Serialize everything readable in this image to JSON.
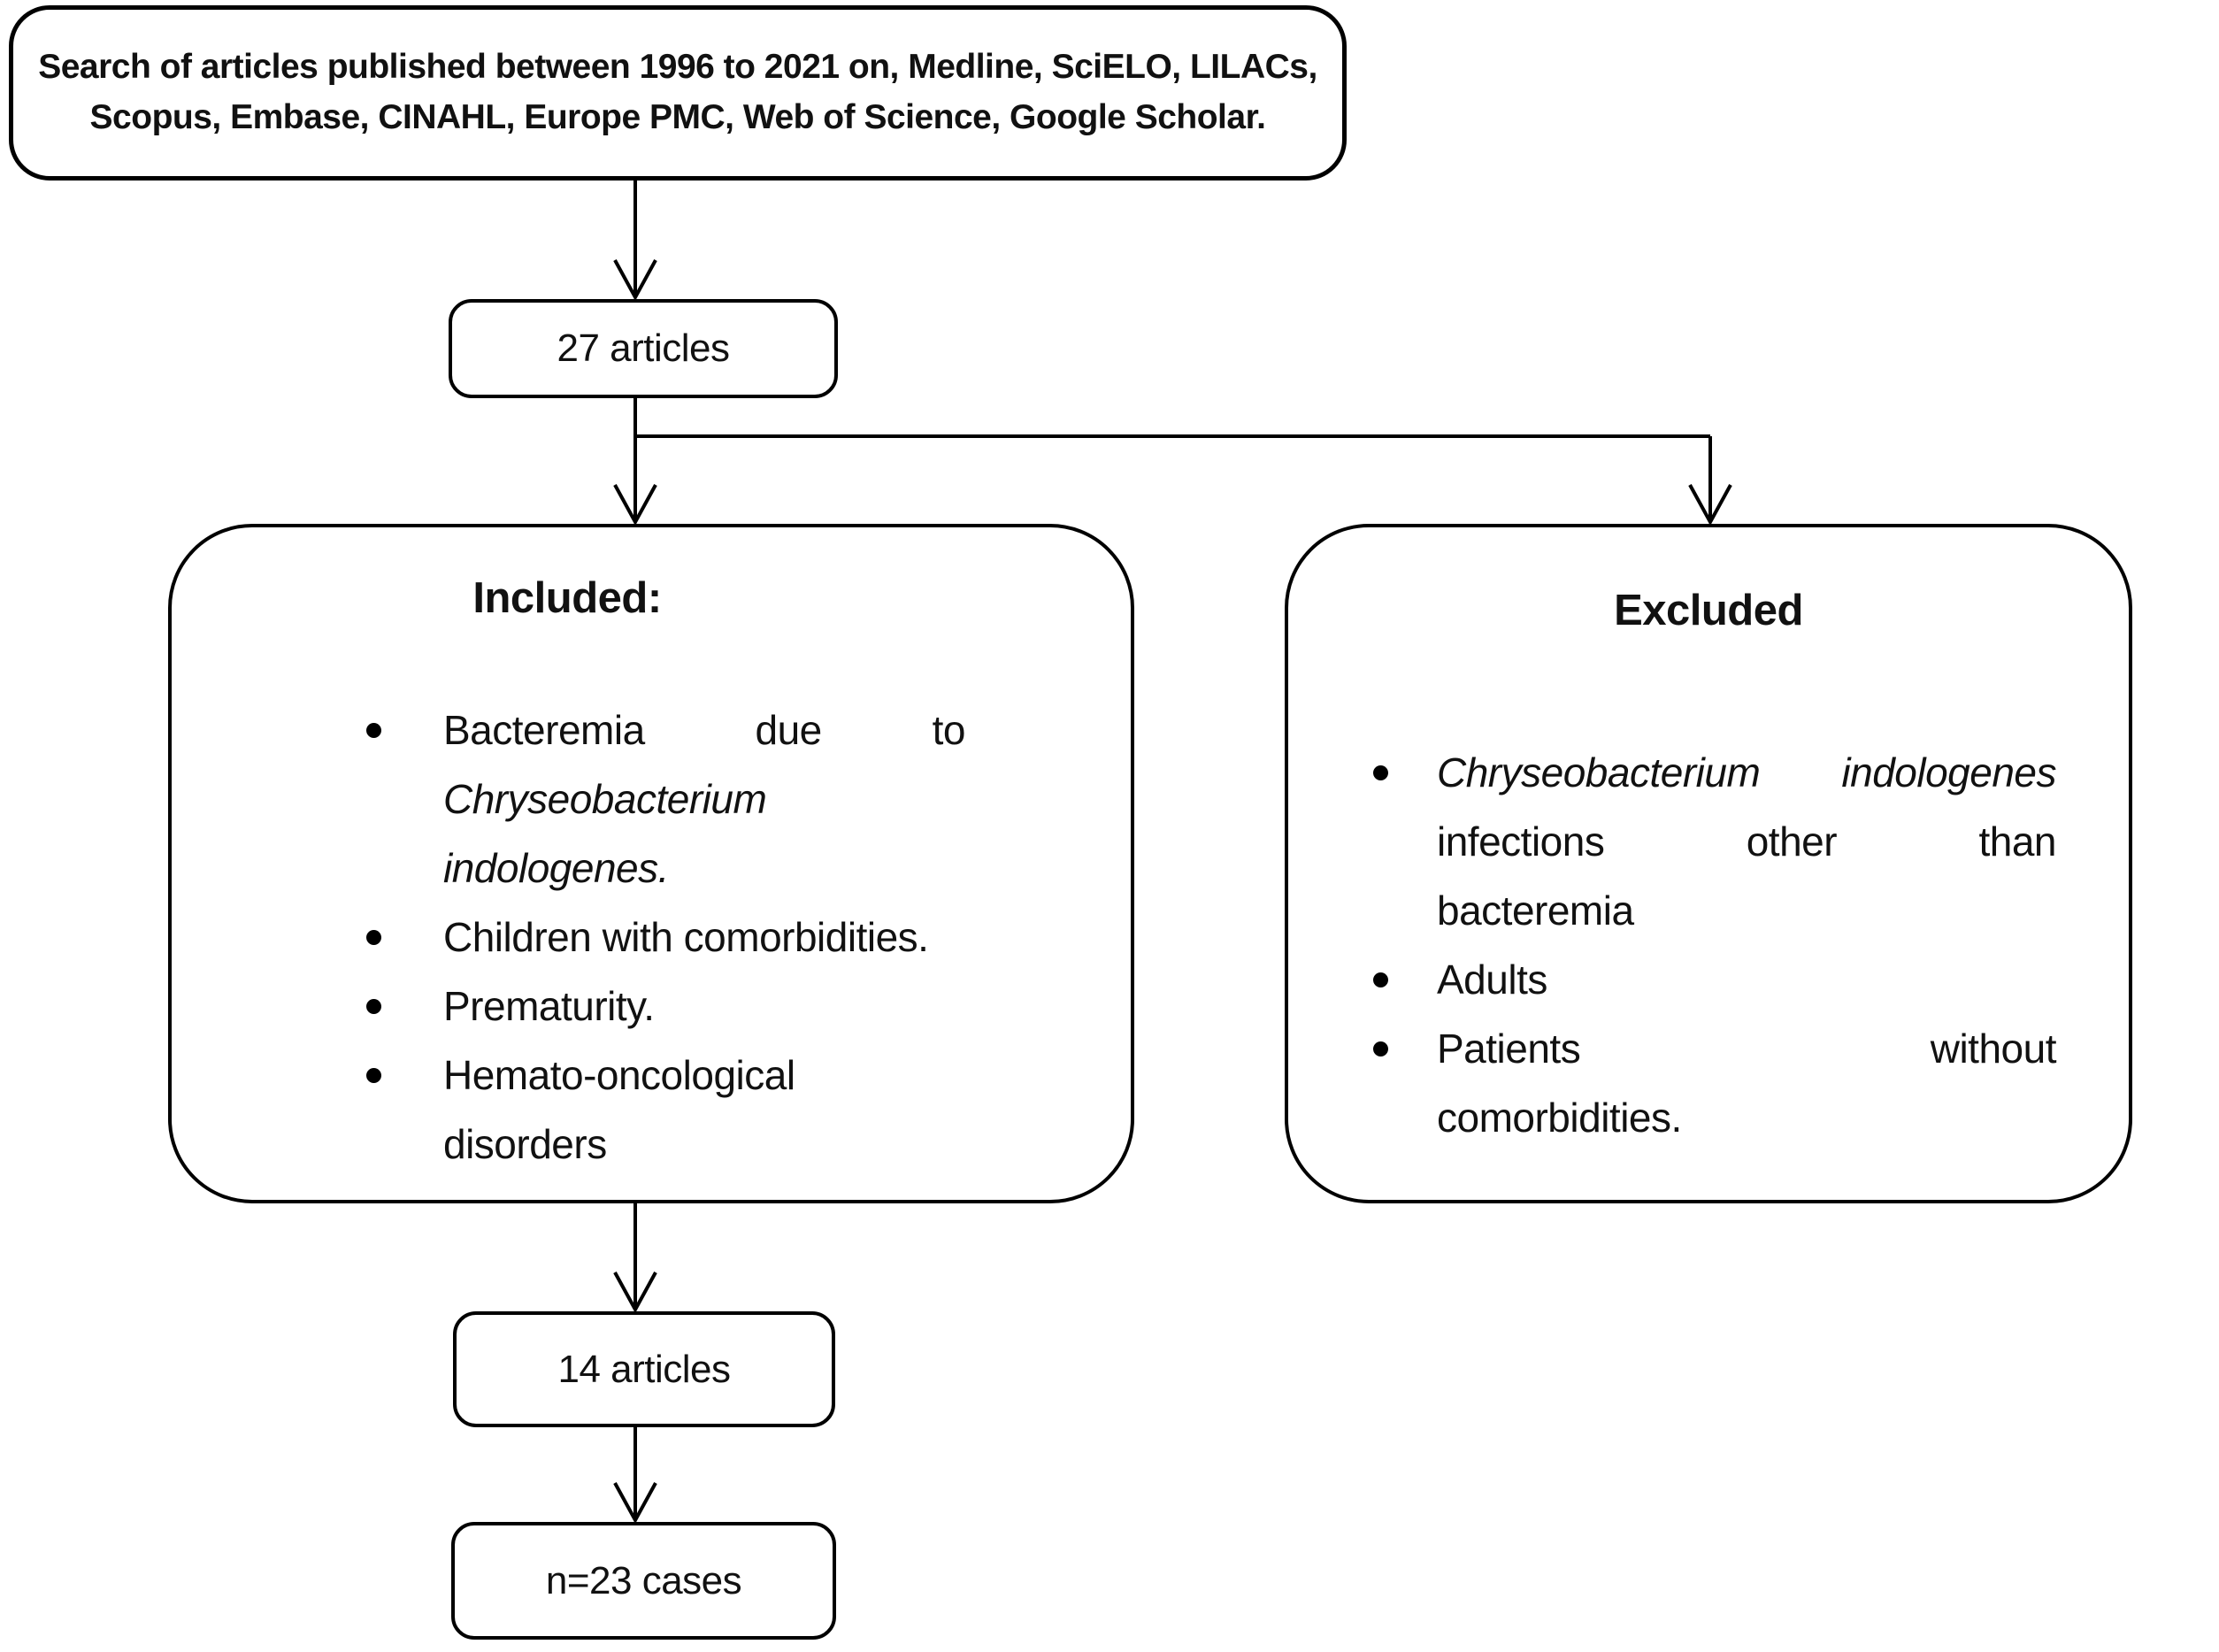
{
  "canvas": {
    "background": "#ffffff",
    "line_color": "#000000",
    "text_color": "#111111"
  },
  "top_box": {
    "lines": [
      "Search of articles published between 1996 to 2021 on, Medline, SciELO, LILACs,",
      "Scopus, Embase, CINAHL, Europe PMC, Web of Science, Google Scholar."
    ]
  },
  "articles_box": {
    "label": "27 articles"
  },
  "included_box": {
    "title": "Included:",
    "items": [
      {
        "lines": [
          {
            "t": "Bacteremia due to",
            "i": false,
            "j": true
          },
          {
            "t": "Chryseobacterium",
            "i": true,
            "j": false
          },
          {
            "t": "indologenes.",
            "i": true,
            "j": false
          }
        ]
      },
      {
        "lines": [
          {
            "t": "Children with comorbidities.",
            "i": false,
            "j": false
          }
        ]
      },
      {
        "lines": [
          {
            "t": "Prematurity.",
            "i": false,
            "j": false
          }
        ]
      },
      {
        "lines": [
          {
            "t": "Hemato-oncological",
            "i": false,
            "j": false
          },
          {
            "t": "disorders",
            "i": false,
            "j": false
          }
        ]
      }
    ]
  },
  "excluded_box": {
    "title": "Excluded",
    "items": [
      {
        "lines": [
          {
            "t": "Chryseobacterium indologenes",
            "i": true,
            "j": true
          },
          {
            "t": "infections other than",
            "i": false,
            "j": true
          },
          {
            "t": "bacteremia",
            "i": false,
            "j": false
          }
        ]
      },
      {
        "lines": [
          {
            "t": "Adults",
            "i": false,
            "j": false
          }
        ]
      },
      {
        "lines": [
          {
            "t": "Patients without",
            "i": false,
            "j": true
          },
          {
            "t": "comorbidities.",
            "i": false,
            "j": false
          }
        ]
      }
    ]
  },
  "results_box": {
    "label": "14 articles"
  },
  "cases_box": {
    "label": "n=23 cases"
  }
}
